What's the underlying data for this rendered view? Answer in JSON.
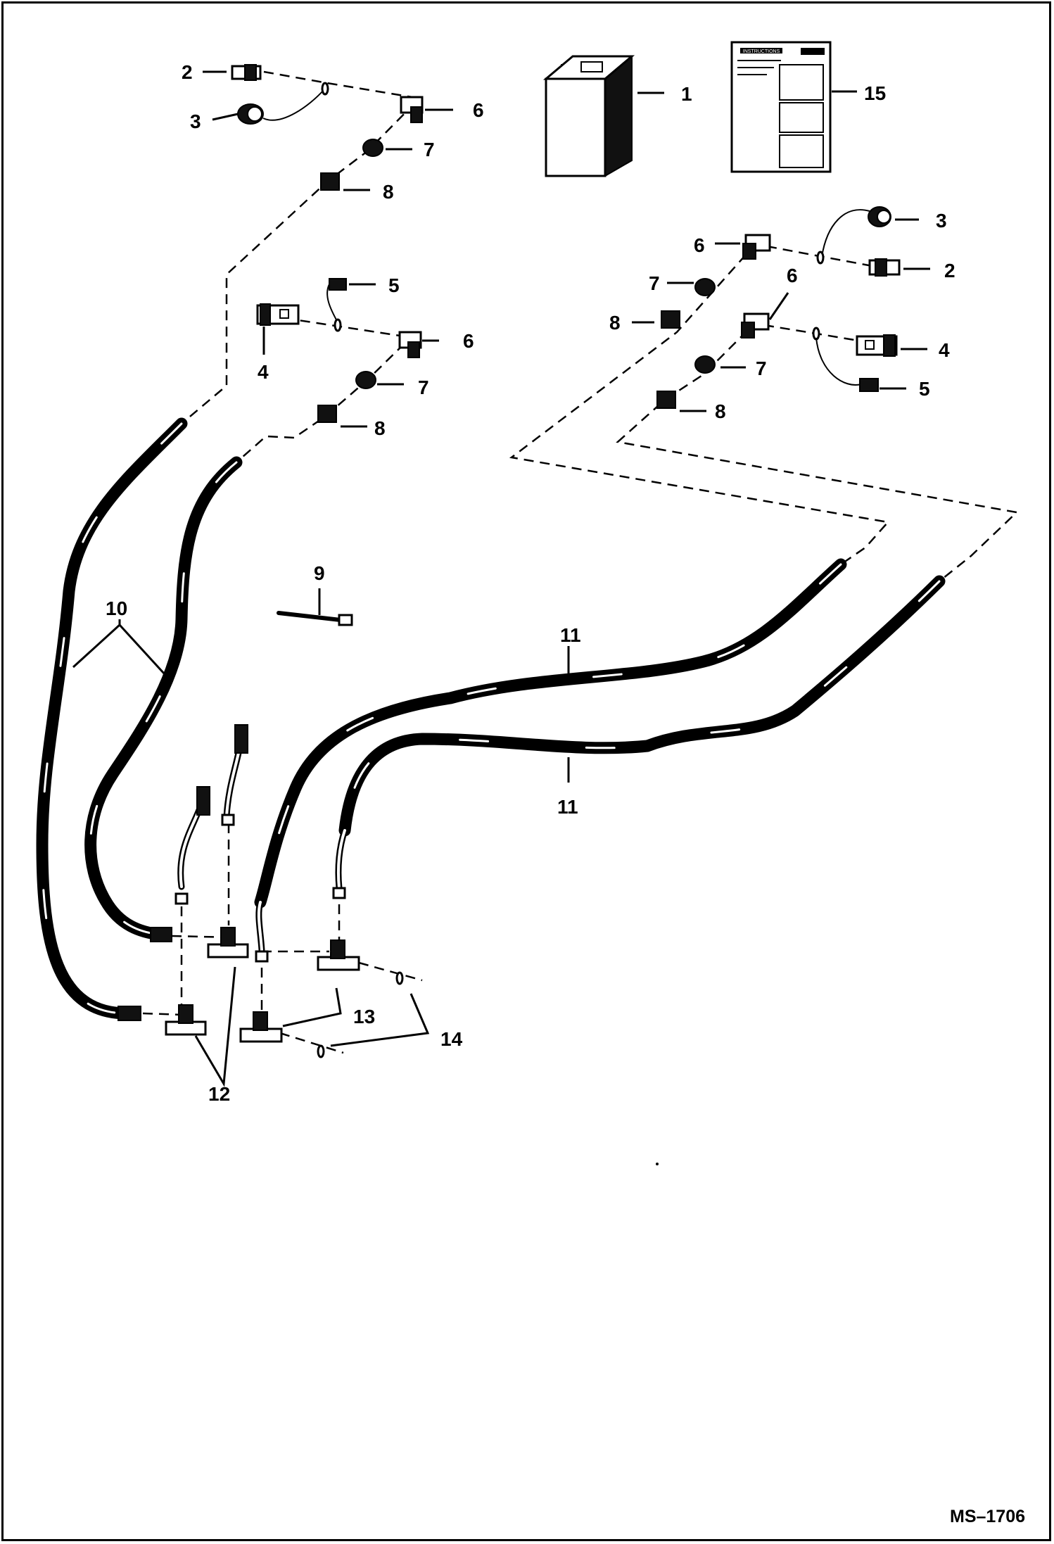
{
  "callouts": {
    "c1": "1",
    "c2a": "2",
    "c2b": "2",
    "c3a": "3",
    "c3b": "3",
    "c4a": "4",
    "c4b": "4",
    "c5a": "5",
    "c5b": "5",
    "c6a": "6",
    "c6b": "6",
    "c6c": "6",
    "c6d": "6",
    "c7a": "7",
    "c7b": "7",
    "c7c": "7",
    "c7d": "7",
    "c8a": "8",
    "c8b": "8",
    "c8c": "8",
    "c8d": "8",
    "c9": "9",
    "c10": "10",
    "c11a": "11",
    "c11b": "11",
    "c12": "12",
    "c13": "13",
    "c14": "14",
    "c15": "15"
  },
  "drawing_code": "MS–1706",
  "instructions_sheet": {
    "heading": "INSTRUCTIONS"
  }
}
